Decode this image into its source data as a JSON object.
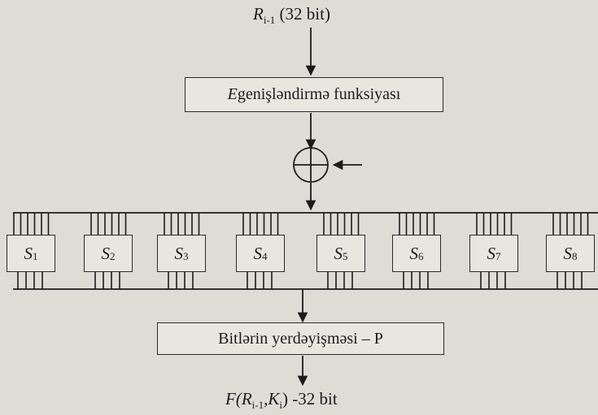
{
  "input_label": {
    "var": "R",
    "sub": "i-1",
    "suffix": " (32 bit)"
  },
  "expansion_box": {
    "var": "E",
    "text": " genişləndirmə funksiyası"
  },
  "xor_symbol": "⊕",
  "sboxes": [
    {
      "var": "S",
      "sub": "1"
    },
    {
      "var": "S",
      "sub": "2"
    },
    {
      "var": "S",
      "sub": "3"
    },
    {
      "var": "S",
      "sub": "4"
    },
    {
      "var": "S",
      "sub": "5"
    },
    {
      "var": "S",
      "sub": "6"
    },
    {
      "var": "S",
      "sub": "7"
    },
    {
      "var": "S",
      "sub": "8"
    }
  ],
  "permutation_box": "Bitlərin yerdəyişməsi – P",
  "output_label": {
    "pre": "F(R",
    "sub1": "i-1",
    "mid": ",K",
    "sub2": "i",
    "post": ") -32 bit"
  }
}
